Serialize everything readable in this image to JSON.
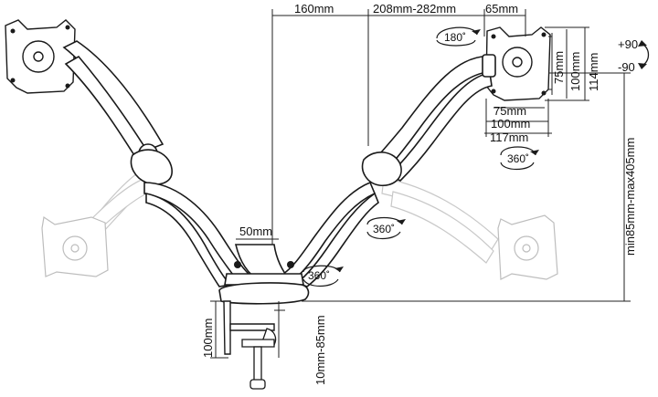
{
  "dimensions": {
    "arm_reach": "160mm",
    "arm_range": "208mm-282mm",
    "vesa_offset": "65mm",
    "pole_width": "50mm",
    "clamp_height": "100mm",
    "desk_thickness": "10mm-85mm",
    "height_range": "min85mm-max405mm",
    "vesa_h_75": "75mm",
    "vesa_h_100": "100mm",
    "vesa_h_114": "114mm",
    "vesa_w_75": "75mm",
    "vesa_w_100": "100mm",
    "vesa_w_117": "117mm"
  },
  "rotations": {
    "rot_180": "180˚",
    "rot_360_vesa": "360˚",
    "rot_360_arm": "360˚",
    "rot_360_base": "360˚"
  },
  "tilt": {
    "plus": "+90",
    "minus": "-90"
  }
}
